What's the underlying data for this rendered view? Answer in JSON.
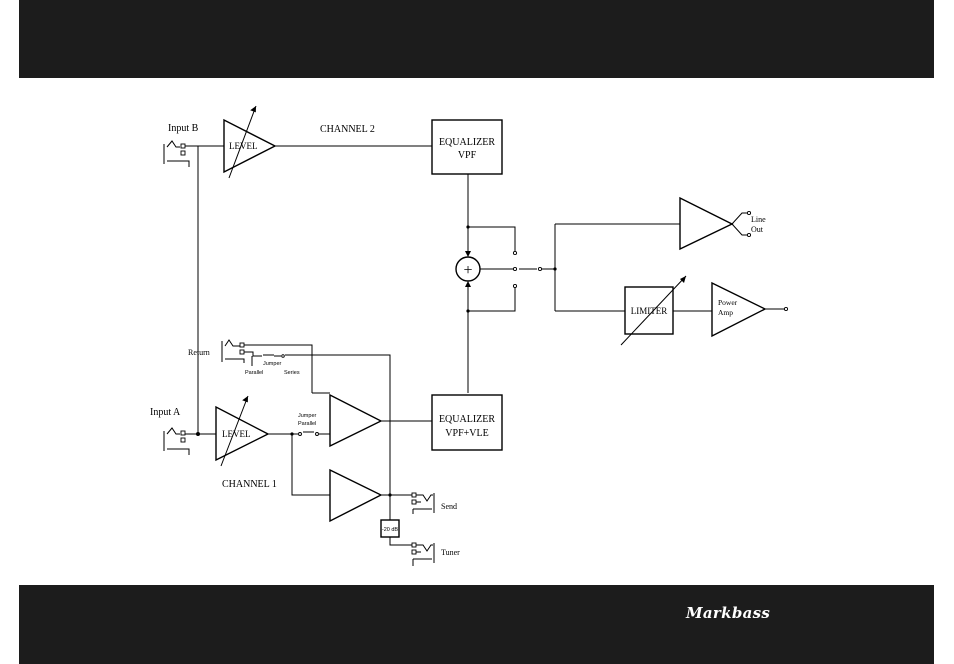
{
  "footer": {
    "brand": "Markbass"
  },
  "inputs": {
    "input_b": "Input B",
    "input_a": "Input A",
    "return": "Return"
  },
  "channels": {
    "channel_2": "CHANNEL 2",
    "channel_1": "CHANNEL 1"
  },
  "level_label": "LEVEL",
  "equalizer_top": {
    "line1": "EQUALIZER",
    "line2": "VPF"
  },
  "equalizer_bottom": {
    "line1": "EQUALIZER",
    "line2": "VPF+VLE"
  },
  "limiter": "LIMITER",
  "power_amp": {
    "line1": "Power",
    "line2": "Amp"
  },
  "line_out": {
    "line1": "Line",
    "line2": "Out"
  },
  "jumper_top": {
    "label": "Jumper",
    "parallel": "Parallel",
    "series": "Series"
  },
  "jumper_mid": {
    "line1": "Jumper",
    "line2": "Parallel"
  },
  "attenuator": "-20 dB",
  "outputs": {
    "send": "Send",
    "tuner": "Tuner"
  },
  "summer_symbol": "+"
}
